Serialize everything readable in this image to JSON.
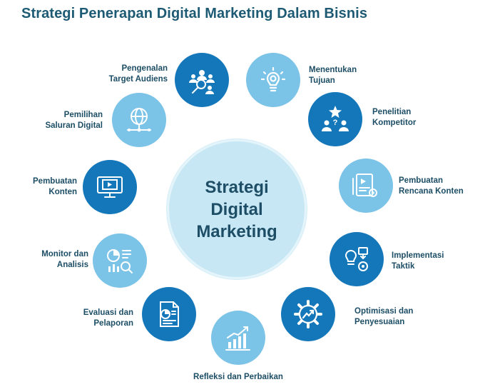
{
  "title": "Strategi Penerapan Digital Marketing Dalam Bisnis",
  "center": {
    "lines": [
      "Strategi",
      "Digital",
      "Marketing"
    ]
  },
  "steps": [
    {
      "lines": [
        "Pengenalan",
        "Target Audiens"
      ],
      "icon": "target-audience-icon"
    },
    {
      "lines": [
        "Menentukan",
        "Tujuan"
      ],
      "icon": "lightbulb-gear-icon"
    },
    {
      "lines": [
        "Penelitian",
        "Kompetitor"
      ],
      "icon": "competitor-research-icon"
    },
    {
      "lines": [
        "Pembuatan",
        "Rencana Konten"
      ],
      "icon": "content-plan-icon"
    },
    {
      "lines": [
        "Implementasi",
        "Taktik"
      ],
      "icon": "tactic-implementation-icon"
    },
    {
      "lines": [
        "Optimisasi dan",
        "Penyesuaian"
      ],
      "icon": "optimization-gear-icon"
    },
    {
      "lines": [
        "Refleksi dan Perbaikan"
      ],
      "icon": "growth-chart-icon"
    },
    {
      "lines": [
        "Evaluasi dan",
        "Pelaporan"
      ],
      "icon": "report-document-icon"
    },
    {
      "lines": [
        "Monitor dan",
        "Analisis"
      ],
      "icon": "analytics-icon"
    },
    {
      "lines": [
        "Pembuatan",
        "Konten"
      ],
      "icon": "monitor-video-icon"
    },
    {
      "lines": [
        "Pemilihan",
        "Saluran Digital"
      ],
      "icon": "globe-network-icon"
    }
  ],
  "colors": {
    "title": "#1d5a73",
    "dark": "#1477ba",
    "light": "#7cc3e8",
    "center_fill": "#c7e7f4",
    "text": "#1d4e66"
  }
}
